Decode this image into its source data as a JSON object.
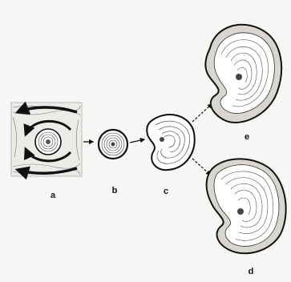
{
  "panels": [
    {
      "id": "a",
      "label": "a"
    },
    {
      "id": "b",
      "label": "b"
    },
    {
      "id": "c",
      "label": "c"
    },
    {
      "id": "e",
      "label": "e"
    },
    {
      "id": "d",
      "label": "d"
    }
  ],
  "colors": {
    "ink": "#111111",
    "paper": "#f6f6f4",
    "bark": "#d9d6cf"
  }
}
